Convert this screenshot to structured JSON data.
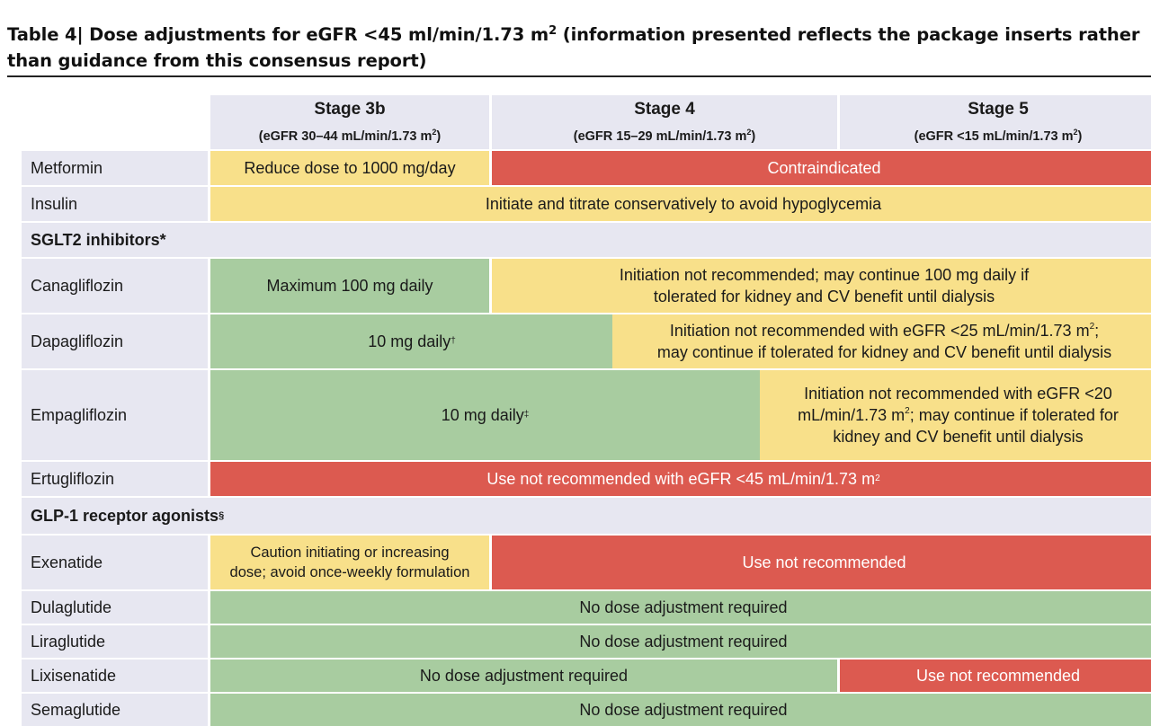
{
  "title": {
    "text": "Table 4| Dose adjustments for eGFR <45 ml/min/1.73 m",
    "superscript": "2",
    "text_rest": " (information presented reflects the package inserts rather than guidance from this consensus report)"
  },
  "colors": {
    "yellow": "#f8e08a",
    "green": "#a8cca0",
    "red": "#dc5a50",
    "label_bg": "#e7e7f1"
  },
  "headers": [
    {
      "stage": "Stage 3b",
      "range": "(eGFR 30–44 mL/min/1.73 m",
      "sup": "2",
      "close": ")"
    },
    {
      "stage": "Stage 4",
      "range": "(eGFR 15–29 mL/min/1.73 m",
      "sup": "2",
      "close": ")"
    },
    {
      "stage": "Stage 5",
      "range": "(eGFR <15 mL/min/1.73 m",
      "sup": "2",
      "close": ")"
    }
  ],
  "sections": {
    "sglt2": {
      "label": "SGLT2 inhibitors",
      "mark": "*"
    },
    "glp1": {
      "label": "GLP-1 receptor agonists",
      "mark": "§"
    }
  },
  "rows": {
    "metformin": {
      "drug": "Metformin",
      "stage3b": "Reduce dose to 1000 mg/day",
      "stage4_5": "Contraindicated"
    },
    "insulin": {
      "drug": "Insulin",
      "all": "Initiate and titrate conservatively to avoid hypoglycemia"
    },
    "canagliflozin": {
      "drug": "Canagliflozin",
      "stage3b": "Maximum 100 mg daily",
      "stage4_5": "Initiation not recommended; may continue 100 mg daily if\ntolerated for kidney and CV benefit until dialysis"
    },
    "dapagliflozin": {
      "drug": "Dapagliflozin",
      "green": "10 mg daily",
      "green_mark": "†",
      "yellow_a": "Initiation not recommended with eGFR <25 mL/min/1.73 m",
      "yellow_sup": "2",
      "yellow_b": ";\nmay continue if tolerated for kidney and CV benefit until dialysis"
    },
    "empagliflozin": {
      "drug": "Empagliflozin",
      "green": "10 mg daily",
      "green_mark": "‡",
      "yellow_a": "Initiation not recommended with eGFR <20\nmL/min/1.73 m",
      "yellow_sup": "2",
      "yellow_b": "; may continue if tolerated for\nkidney and CV benefit until dialysis"
    },
    "ertugliflozin": {
      "drug": "Ertugliflozin",
      "all_a": "Use not recommended with eGFR  <45 mL/min/1.73 m",
      "all_sup": "2"
    },
    "exenatide": {
      "drug": "Exenatide",
      "stage3b": "Caution initiating or increasing\ndose; avoid once-weekly formulation",
      "stage4_5": "Use not recommended"
    },
    "dulaglutide": {
      "drug": "Dulaglutide",
      "all": "No dose adjustment required"
    },
    "liraglutide": {
      "drug": "Liraglutide",
      "all": "No dose adjustment required"
    },
    "lixisenatide": {
      "drug": "Lixisenatide",
      "stage3b_4": "No dose adjustment required",
      "stage5": "Use not recommended"
    },
    "semaglutide": {
      "drug": "Semaglutide",
      "all": "No dose adjustment required"
    }
  }
}
